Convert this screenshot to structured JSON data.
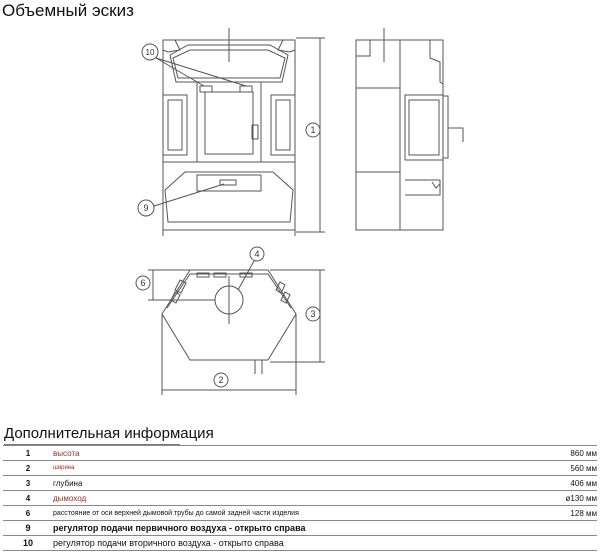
{
  "page_title": "Объемный эскиз",
  "callouts": {
    "c1": "1",
    "c2": "2",
    "c3": "3",
    "c4": "4",
    "c6": "6",
    "c9": "9",
    "c10": "10"
  },
  "info_section": {
    "title": "Дополнительная информация",
    "rows": [
      {
        "num": "1",
        "desc": "высота",
        "value": "860 мм"
      },
      {
        "num": "2",
        "desc": "ширина",
        "value": "560 мм"
      },
      {
        "num": "3",
        "desc": "глубина",
        "value": "406 мм"
      },
      {
        "num": "4",
        "desc": "дымоход",
        "value": "ø130 мм"
      },
      {
        "num": "6",
        "desc": "расстояние от оси верхней дымовой трубы до самой задней части изделия",
        "value": "128 мм"
      },
      {
        "num": "9",
        "desc": "регулятор подачи первичного воздуха - открыто справа",
        "value": ""
      },
      {
        "num": "10",
        "desc": "регулятор подачи вторичного воздуха - открыто справа",
        "value": ""
      }
    ]
  }
}
